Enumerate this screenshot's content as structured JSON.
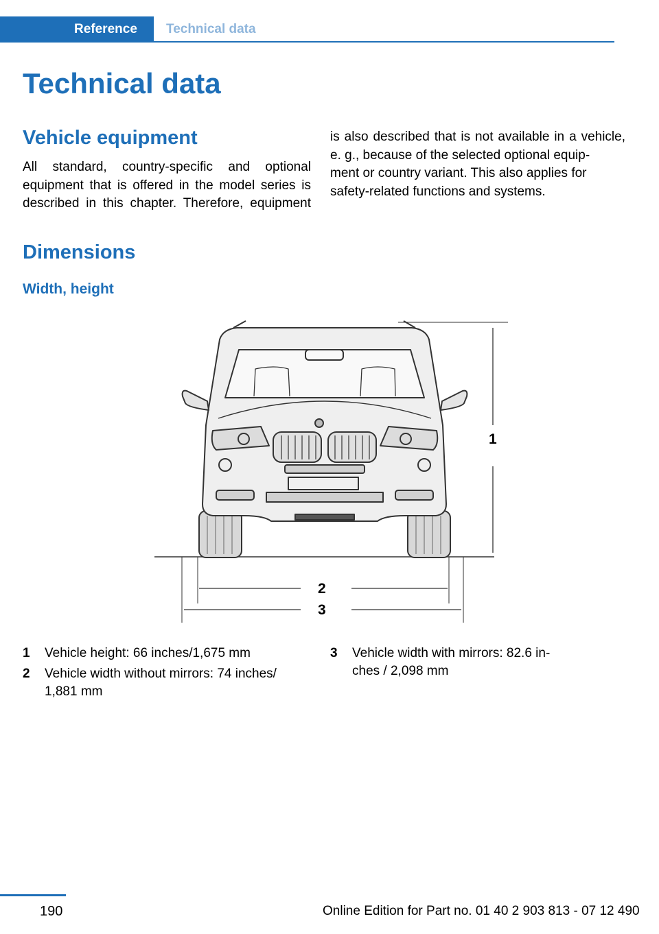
{
  "header": {
    "tab_active": "Reference",
    "tab_inactive": "Technical data"
  },
  "page_title": "Technical data",
  "vehicle_equipment": {
    "heading": "Vehicle equipment",
    "left_lines": [
      "All standard, country-specific and optional",
      "equipment that is offered in the model series is",
      "described in this chapter. Therefore, equipment"
    ],
    "right_lines": [
      "is also described that is not available in a vehicle,",
      "e. g., because of the selected optional equip-",
      "ment or country variant. This also applies for",
      "safety-related functions and systems."
    ]
  },
  "dimensions": {
    "heading": "Dimensions",
    "subheading": "Width, height",
    "figure_labels": [
      "1",
      "2",
      "3"
    ],
    "items": [
      {
        "num": "1",
        "line1": "Vehicle height: 66 inches/1,675 mm",
        "line2": ""
      },
      {
        "num": "2",
        "line1": "Vehicle width without mirrors: 74 inches/",
        "line2": "1,881 mm"
      },
      {
        "num": "3",
        "line1": "Vehicle width with mirrors: 82.6 in-",
        "line2": "ches / 2,098 mm"
      }
    ]
  },
  "footer": {
    "page_number": "190",
    "edition": "Online Edition for Part no. 01 40 2 903 813 - 07 12 490"
  },
  "colors": {
    "accent": "#1e6fb8"
  }
}
